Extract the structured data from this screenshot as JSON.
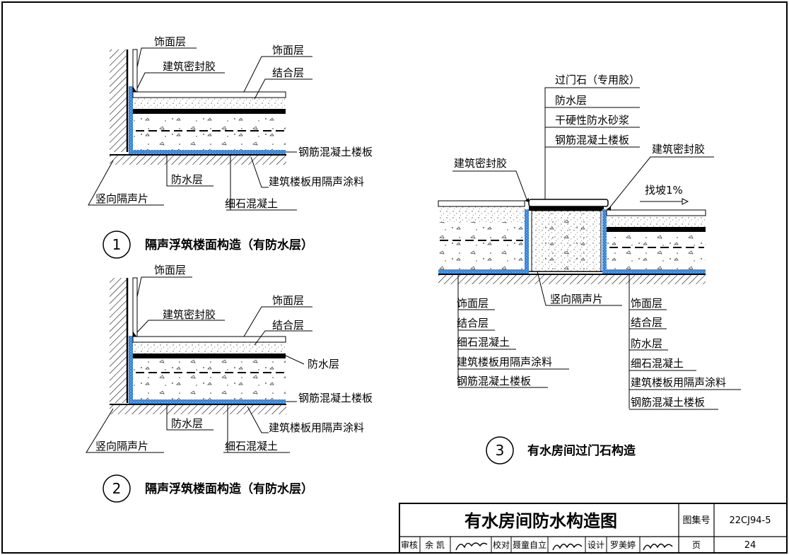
{
  "d1": {
    "number": "1",
    "caption": "隔声浮筑楼面构造（有防水层）",
    "labels": {
      "finish_wall": "饰面层",
      "sealant": "建筑密封胶",
      "finish": "饰面层",
      "bonding": "结合层",
      "rc_slab": "钢筋混凝土楼板",
      "waterproof": "防水层",
      "acoustic_coating": "建筑楼板用隔声涂料",
      "vertical_pad": "竖向隔声片",
      "fine_concrete": "细石混凝土"
    }
  },
  "d2": {
    "number": "2",
    "caption": "隔声浮筑楼面构造（有防水层）",
    "labels": {
      "finish_wall": "饰面层",
      "finish": "饰面层",
      "sealant": "建筑密封胶",
      "bonding": "结合层",
      "waterproof_r": "防水层",
      "rc_slab": "钢筋混凝土楼板",
      "waterproof": "防水层",
      "acoustic_coating": "建筑楼板用隔声涂料",
      "vertical_pad": "竖向隔声片",
      "fine_concrete": "细石混凝土"
    }
  },
  "d3": {
    "number": "3",
    "caption": "有水房间过门石构造",
    "slope": "找坡1%",
    "top_stack": [
      "过门石（专用胶）",
      "防水层",
      "干硬性防水砂浆",
      "钢筋混凝土楼板"
    ],
    "sealant_left": "建筑密封胶",
    "sealant_right": "建筑密封胶",
    "vertical_pad": "竖向隔声片",
    "left_stack": [
      "饰面层",
      "结合层",
      "细石混凝土",
      "建筑楼板用隔声涂料",
      "钢筋混凝土楼板"
    ],
    "right_stack": [
      "饰面层",
      "结合层",
      "防水层",
      "细石混凝土",
      "建筑楼板用隔声涂料",
      "钢筋混凝土楼板"
    ]
  },
  "title_block": {
    "title": "有水房间防水构造图",
    "atlas_label": "图集号",
    "atlas_no": "22CJ94-5",
    "review_label": "审核",
    "reviewer": "余 凯",
    "check_label": "校对",
    "checker": "聂童自立",
    "design_label": "设计",
    "designer": "罗美婷",
    "page_label": "页",
    "page_no": "24"
  },
  "colors": {
    "waterproof": "#2f7fd6",
    "line": "#000000"
  }
}
